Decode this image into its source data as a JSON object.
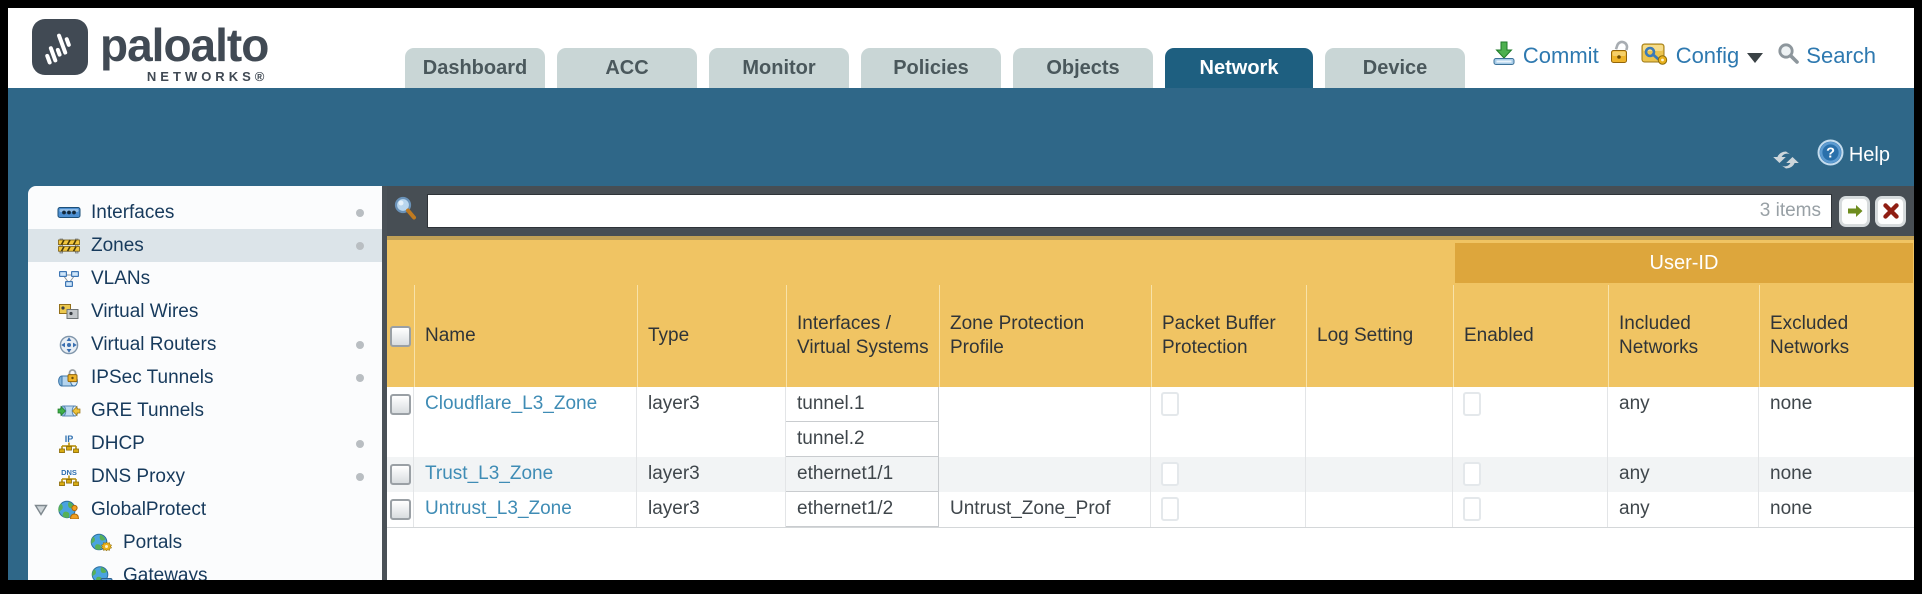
{
  "app": {
    "brand": "paloalto",
    "brand_sub": "NETWORKS®"
  },
  "nav": {
    "tabs": [
      {
        "label": "Dashboard",
        "active": false
      },
      {
        "label": "ACC",
        "active": false
      },
      {
        "label": "Monitor",
        "active": false
      },
      {
        "label": "Policies",
        "active": false
      },
      {
        "label": "Objects",
        "active": false
      },
      {
        "label": "Network",
        "active": true
      },
      {
        "label": "Device",
        "active": false
      }
    ],
    "actions": {
      "commit": "Commit",
      "config": "Config",
      "search": "Search"
    }
  },
  "toolbar": {
    "help": "Help"
  },
  "sidebar": {
    "items": [
      {
        "label": "Interfaces",
        "icon": "interfaces",
        "dot": true
      },
      {
        "label": "Zones",
        "icon": "zones",
        "dot": true,
        "selected": true
      },
      {
        "label": "VLANs",
        "icon": "vlans"
      },
      {
        "label": "Virtual Wires",
        "icon": "virtual-wires"
      },
      {
        "label": "Virtual Routers",
        "icon": "virtual-routers",
        "dot": true
      },
      {
        "label": "IPSec Tunnels",
        "icon": "ipsec-tunnels",
        "dot": true
      },
      {
        "label": "GRE Tunnels",
        "icon": "gre-tunnels"
      },
      {
        "label": "DHCP",
        "icon": "dhcp",
        "dot": true
      },
      {
        "label": "DNS Proxy",
        "icon": "dns-proxy",
        "dot": true
      },
      {
        "label": "GlobalProtect",
        "icon": "globalprotect",
        "expander": true
      },
      {
        "label": "Portals",
        "icon": "portals",
        "indent": true
      },
      {
        "label": "Gateways",
        "icon": "gateways",
        "indent": true
      }
    ]
  },
  "filter": {
    "value": "",
    "placeholder": "",
    "count": "3 items"
  },
  "table": {
    "group_header": "User-ID",
    "columns": [
      "",
      "Name",
      "Type",
      "Interfaces / Virtual Systems",
      "Zone Protection Profile",
      "Packet Buffer Protection",
      "Log Setting",
      "Enabled",
      "Included Networks",
      "Excluded Networks"
    ],
    "rows": [
      {
        "name": "Cloudflare_L3_Zone",
        "type": "layer3",
        "interfaces": [
          "tunnel.1",
          "tunnel.2"
        ],
        "zone_protection_profile": "",
        "packet_buffer_protection": false,
        "log_setting": "",
        "user_id_enabled": false,
        "included_networks": "any",
        "excluded_networks": "none"
      },
      {
        "name": "Trust_L3_Zone",
        "type": "layer3",
        "interfaces": [
          "ethernet1/1"
        ],
        "zone_protection_profile": "",
        "packet_buffer_protection": false,
        "log_setting": "",
        "user_id_enabled": false,
        "included_networks": "any",
        "excluded_networks": "none"
      },
      {
        "name": "Untrust_L3_Zone",
        "type": "layer3",
        "interfaces": [
          "ethernet1/2"
        ],
        "zone_protection_profile": "Untrust_Zone_Prof",
        "packet_buffer_protection": false,
        "log_setting": "",
        "user_id_enabled": false,
        "included_networks": "any",
        "excluded_networks": "none"
      }
    ]
  },
  "colors": {
    "teal_band": "#2f6788",
    "active_tab": "#1e5f80",
    "table_header": "#f0c463",
    "user_id_band": "#dda63c",
    "link": "#3f8cb5",
    "filter_bar": "#474e54"
  }
}
